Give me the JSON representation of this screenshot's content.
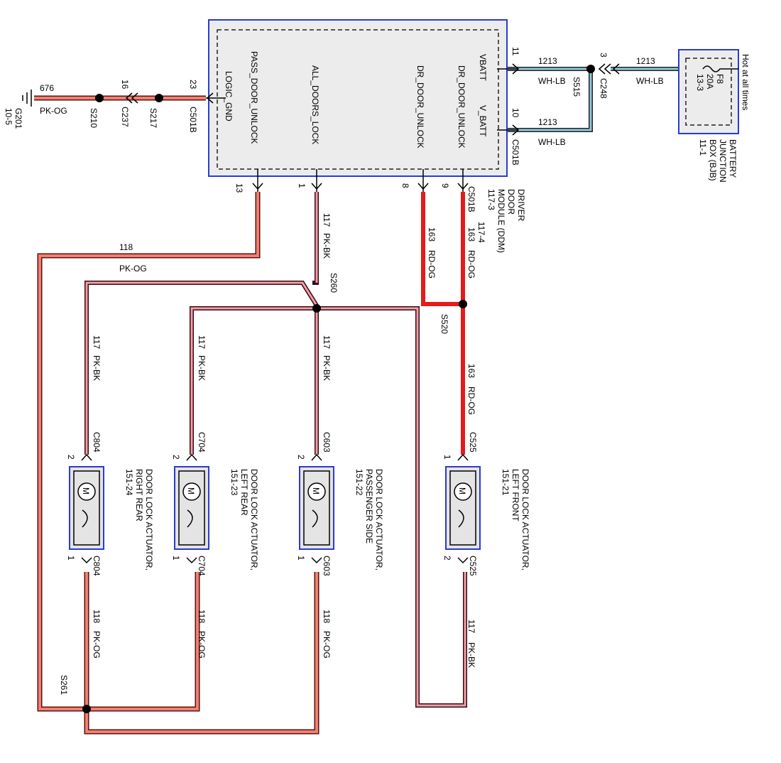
{
  "ddm": {
    "pins": [
      "LOGIC_GND",
      "PASS_DOOR_UNLOCK",
      "ALL_DOORS_LOCK",
      "DR_DOOR_UNLOCK",
      "DR_DOOR_UNLOCK",
      "VBATT",
      "V_BATT"
    ],
    "pin_numbers": {
      "logic_gnd": "23",
      "pass_unlock": "13",
      "all_lock": "1",
      "dr_unlock": "8",
      "dr_unlock2": "9",
      "vbatt": "11",
      "v_batt": "10"
    },
    "connector_left": "C501B",
    "connector_right": "C501B",
    "connector_bottom": "C501B",
    "name_lines": [
      "DRIVER",
      "DOOR",
      "MODULE (DDM)",
      "117-3",
      "117-4"
    ]
  },
  "bjb": {
    "name_lines": [
      "BATTERY",
      "JUNCTION",
      "BOX (BJB)",
      "11-1"
    ],
    "fuse_lines": [
      "F8",
      "20A",
      "13-3"
    ],
    "hot_label": "Hot at all times"
  },
  "ground": {
    "wire_num": "676",
    "wire_color": "PK-OG",
    "splices": [
      "S210",
      "S217"
    ],
    "connectors": [
      {
        "label": "C237",
        "pin": "16"
      }
    ],
    "ground_lines": [
      "G201",
      "10-5"
    ]
  },
  "power": {
    "wire_num": "1213",
    "wire_color": "WH-LB",
    "splice": "S515",
    "connector": "C248",
    "connector_pin": "3"
  },
  "wires": {
    "w118": "118",
    "pkog": "PK-OG",
    "w117": "117",
    "pkbk": "PK-BK",
    "w163": "163",
    "rdog": "RD-OG"
  },
  "splices": {
    "s260": "S260",
    "s520": "S520",
    "s261": "S261"
  },
  "actuators": [
    {
      "title_lines": [
        "DOOR LOCK ACTUATOR,",
        "RIGHT REAR",
        "151-24"
      ],
      "connector": "C804",
      "pin_top": "2",
      "pin_bottom": "1"
    },
    {
      "title_lines": [
        "DOOR LOCK ACTUATOR,",
        "LEFT REAR",
        "151-23"
      ],
      "connector": "C704",
      "pin_top": "2",
      "pin_bottom": "1"
    },
    {
      "title_lines": [
        "DOOR LOCK ACTUATOR,",
        "PASSENGER SIDE",
        "151-22"
      ],
      "connector": "C603",
      "pin_top": "2",
      "pin_bottom": "1"
    },
    {
      "title_lines": [
        "DOOR LOCK ACTUATOR,",
        "LEFT FRONT",
        "151-21"
      ],
      "connector": "C525",
      "pin_top": "1",
      "pin_bottom": "2"
    }
  ],
  "motor_symbol": "M",
  "colors": {
    "pkog": "#f08070",
    "pkbk": "#f0a0a8",
    "rdog": "#e41b1b",
    "whlb": "#8ec8d8",
    "frame": "#2b3bd4",
    "module_fill": "#ececec"
  }
}
